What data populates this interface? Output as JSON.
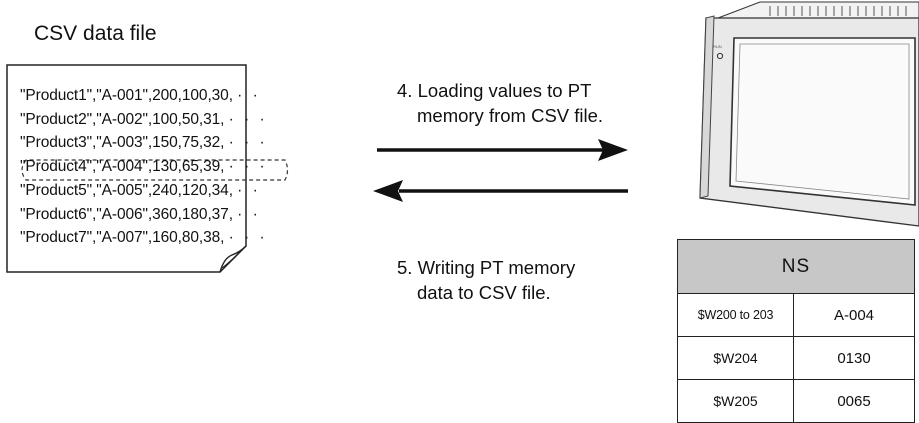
{
  "csv_file": {
    "title": "CSV data file",
    "lines": [
      {
        "text": "\"Product1\",\"A-001\",200,100,30,",
        "dots": "· ·"
      },
      {
        "text": "\"Product2\",\"A-002\",100,50,31,",
        "dots": "· · ·"
      },
      {
        "text": "\"Product3\",\"A-003\",150,75,32,",
        "dots": "· · ·"
      },
      {
        "text": "\"Product4\",\"A-004\",130,65,39,",
        "dots": "· · ·"
      },
      {
        "text": "\"Product5\",\"A-005\",240,120,34,",
        "dots": "· ·"
      },
      {
        "text": "\"Product6\",\"A-006\",360,180,37,",
        "dots": "· ·"
      },
      {
        "text": "\"Product7\",\"A-007\",160,80,38,",
        "dots": "· · ·"
      }
    ]
  },
  "captions": {
    "load_line1": "4. Loading values to PT",
    "load_line2": "memory from CSV file.",
    "write_line1": "5. Writing PT memory",
    "write_line2": "data to CSV file."
  },
  "pt_memory": {
    "header": "NS",
    "rows": [
      {
        "address": "$W200 to 203",
        "value": "A-004"
      },
      {
        "address": "$W204",
        "value": "0130"
      },
      {
        "address": "$W205",
        "value": "0065"
      }
    ]
  }
}
